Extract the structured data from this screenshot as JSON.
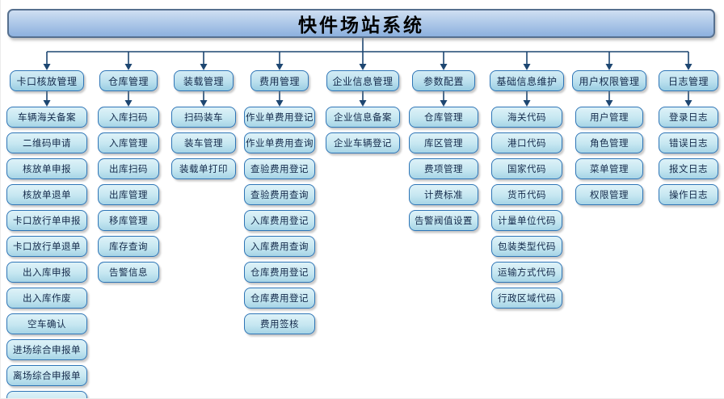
{
  "title": "快件场站系统",
  "diagram": {
    "type": "org-tree",
    "root_label": "快件场站系统",
    "columns": [
      {
        "header": "卡口核放管理",
        "children": [
          "车辆海关备案",
          "二维码申请",
          "核放单申报",
          "核放单退单",
          "卡口放行单申报",
          "卡口放行单退单",
          "出入库申报",
          "出入库作废",
          "空车确认",
          "进场综合申报单",
          "离场综合申报单"
        ],
        "partial_bottom_box": true
      },
      {
        "header": "仓库管理",
        "children": [
          "入库扫码",
          "入库管理",
          "出库扫码",
          "出库管理",
          "移库管理",
          "库存查询",
          "告警信息"
        ]
      },
      {
        "header": "装载管理",
        "children": [
          "扫码装车",
          "装车管理",
          "装载单打印"
        ]
      },
      {
        "header": "费用管理",
        "children": [
          "作业单费用登记",
          "作业单费用查询",
          "查验费用登记",
          "查验费用查询",
          "入库费用登记",
          "入库费用查询",
          "仓库费用登记",
          "仓库费用登记",
          "费用签核"
        ]
      },
      {
        "header": "企业信息管理",
        "children": [
          "企业信息备案",
          "企业车辆登记"
        ]
      },
      {
        "header": "参数配置",
        "children": [
          "仓库管理",
          "库区管理",
          "费项管理",
          "计费标准",
          "告警阀值设置"
        ]
      },
      {
        "header": "基础信息维护",
        "children": [
          "海关代码",
          "港口代码",
          "国家代码",
          "货币代码",
          "计量单位代码",
          "包装类型代码",
          "运输方式代码",
          "行政区域代码"
        ]
      },
      {
        "header": "用户权限管理",
        "children": [
          "用户管理",
          "角色管理",
          "菜单管理",
          "权限管理"
        ]
      },
      {
        "header": "日志管理",
        "children": [
          "登录日志",
          "错误日志",
          "报文日志",
          "操作日志"
        ]
      }
    ]
  },
  "colors": {
    "connector": "#1d4671",
    "box_border": "#2e75b6",
    "box_fill_top": "#def2f8",
    "box_fill_bottom": "#a6d4e6",
    "title_border": "#56708f",
    "title_fill_top": "#cfdff2",
    "title_fill_bottom": "#8cb0de"
  }
}
